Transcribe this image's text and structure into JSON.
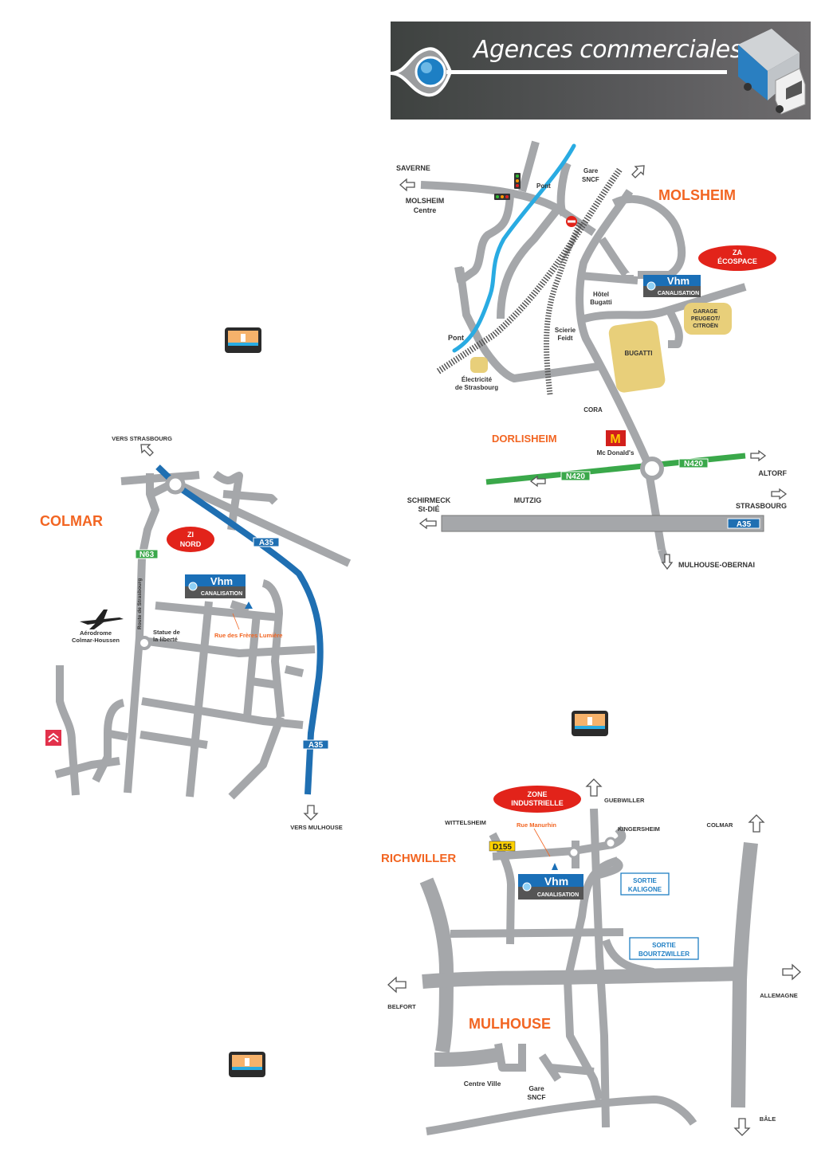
{
  "header": {
    "title": "Agences commerciales"
  },
  "logo": {
    "brand": "Vhm",
    "sub": "CANALISATION"
  },
  "molsheim": {
    "city": "MOLSHEIM",
    "zone": [
      "ZA",
      "ÉCOSPACE"
    ],
    "labels": {
      "saverne": "SAVERNE",
      "molsheim_centre": [
        "MOLSHEIM",
        "Centre"
      ],
      "pont1": "Pont",
      "pont2": "Pont",
      "gare": [
        "Gare",
        "SNCF"
      ],
      "hotel": [
        "Hôtel",
        "Bugatti"
      ],
      "garage": [
        "GARAGE",
        "PEUGEOT/",
        "CITROËN"
      ],
      "scierie": [
        "Scierie",
        "Feidt"
      ],
      "bugatti": "BUGATTI",
      "electricite": [
        "Électricité",
        "de Strasbourg"
      ],
      "cora": "CORA",
      "dorlisheim": "DORLISHEIM",
      "mcdonalds": "Mc Donald's",
      "altorf": "ALTORF",
      "mutzig": "MUTZIG",
      "schirmeck": [
        "SCHIRMECK",
        "St-DIÉ"
      ],
      "strasbourg": "STRASBOURG",
      "mulhouse_obernai": "MULHOUSE-OBERNAI"
    },
    "badges": {
      "n420a": "N420",
      "n420b": "N420",
      "a35": "A35"
    }
  },
  "colmar": {
    "city": "COLMAR",
    "zone": [
      "ZI",
      "NORD"
    ],
    "labels": {
      "vers_strasbourg": "VERS STRASBOURG",
      "vers_mulhouse": "VERS MULHOUSE",
      "route": "Route de Strasbourg",
      "aerodrome": [
        "Aérodrome",
        "Colmar-Houssen"
      ],
      "statue": [
        "Statue de",
        "la liberté"
      ],
      "rue": "Rue des Frères Lumière"
    },
    "badges": {
      "n63": "N63",
      "a35a": "A35",
      "a35b": "A35"
    }
  },
  "mulhouse": {
    "city": "MULHOUSE",
    "city2": "RICHWILLER",
    "zone": [
      "ZONE",
      "INDUSTRIELLE"
    ],
    "labels": {
      "guebwiller": "GUEBWILLER",
      "wittelsheim": "WITTELSHEIM",
      "rue": "Rue Manurhin",
      "kingersheim": "KINGERSHEIM",
      "colmar": "COLMAR",
      "belfort": "BELFORT",
      "allemagne": "ALLEMAGNE",
      "bale": "BÂLE",
      "centre_ville": "Centre Ville",
      "gare": [
        "Gare",
        "SNCF"
      ],
      "kaligone": [
        "SORTIE",
        "KALIGONE"
      ],
      "bourtzwiller": [
        "SORTIE",
        "BOURTZWILLER"
      ]
    },
    "badges": {
      "d155": "D155"
    }
  },
  "colors": {
    "road": "#a5a7aa",
    "accent": "#f26522",
    "highway": "#1f6fb2",
    "national": "#3aa84a",
    "zone": "#e2231a",
    "poi": "#e8cf7a"
  }
}
